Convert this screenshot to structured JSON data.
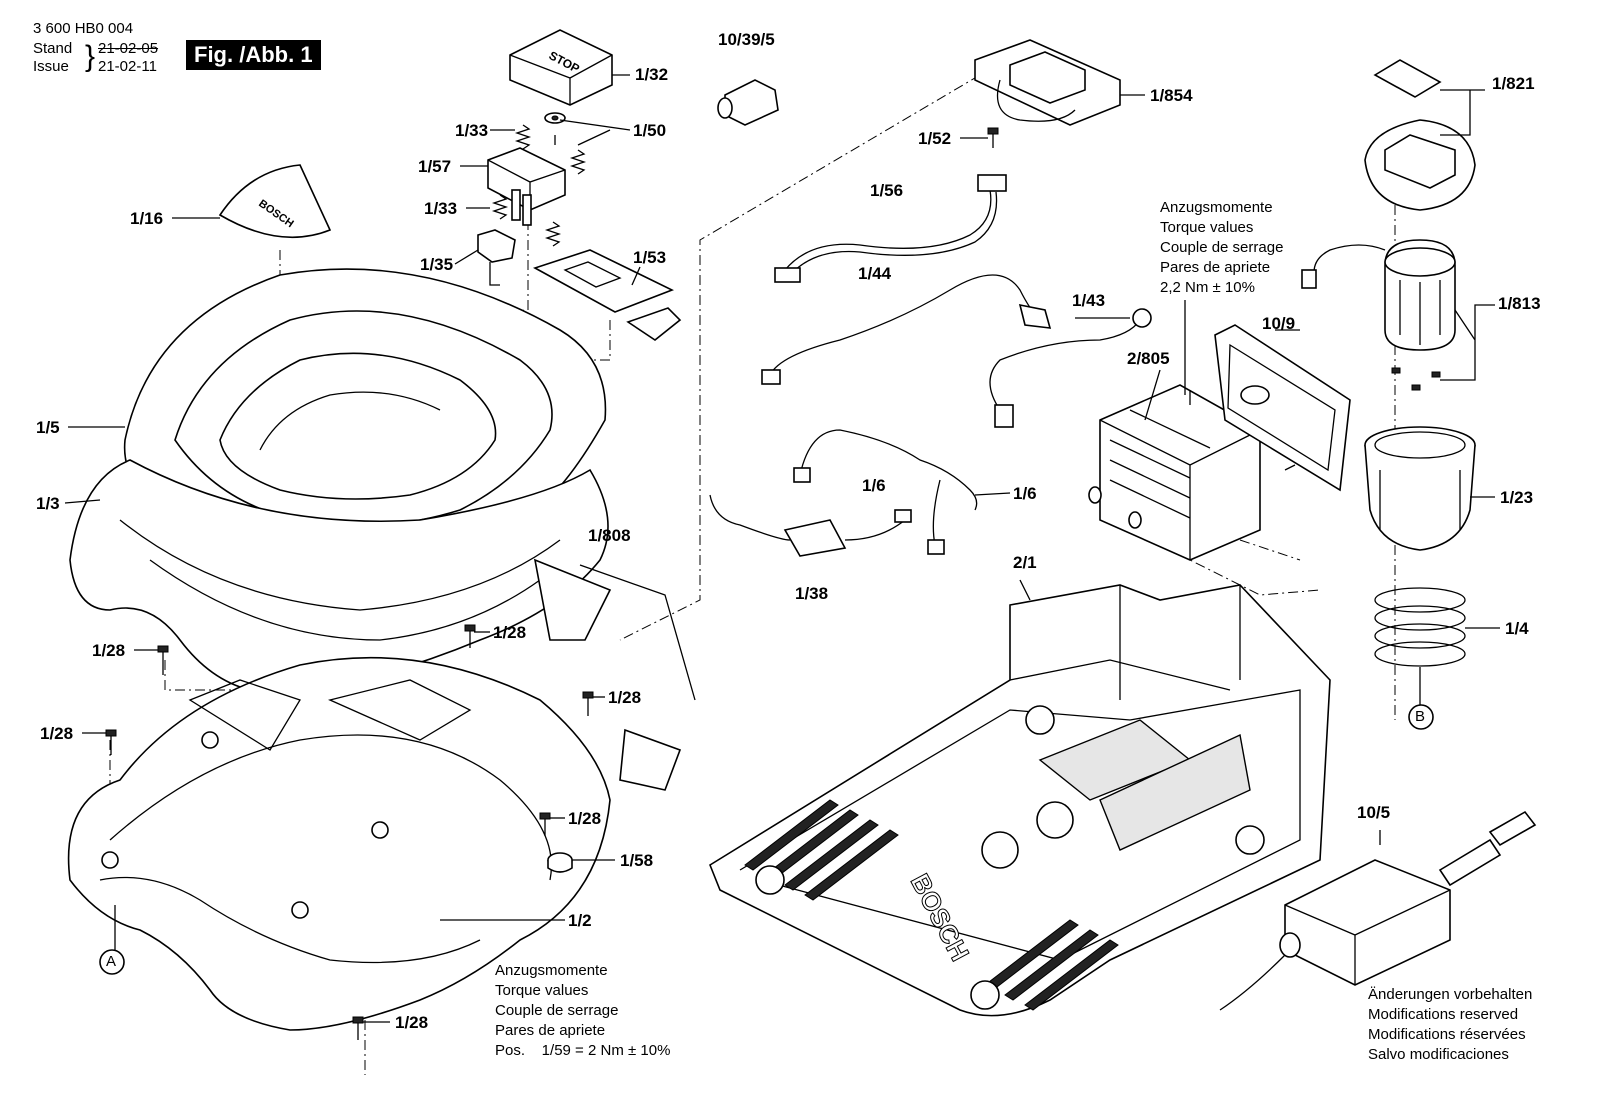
{
  "header": {
    "doc_number": "3 600 HB0 004",
    "stand_label": "Stand",
    "issue_label": "Issue",
    "old_date": "21-02-05",
    "new_date": "21-02-11",
    "figure_label": "Fig. /Abb. 1"
  },
  "callouts": {
    "p10_39_5": "10/39/5",
    "p1_32": "1/32",
    "p1_33a": "1/33",
    "p1_50": "1/50",
    "p1_57": "1/57",
    "p1_33b": "1/33",
    "p1_16": "1/16",
    "p1_35": "1/35",
    "p1_53": "1/53",
    "p1_5": "1/5",
    "p1_3": "1/3",
    "p1_808": "1/808",
    "p1_28a": "1/28",
    "p1_28b": "1/28",
    "p1_28c": "1/28",
    "p1_28d": "1/28",
    "p1_28e": "1/28",
    "p1_28f": "1/28",
    "p1_58": "1/58",
    "p1_2": "1/2",
    "p1_854": "1/854",
    "p1_52": "1/52",
    "p1_56": "1/56",
    "p1_44": "1/44",
    "p1_43": "1/43",
    "p2_805": "2/805",
    "p10_9": "10/9",
    "p1_6a": "1/6",
    "p1_6b": "1/6",
    "p1_38": "1/38",
    "p2_1": "2/1",
    "p1_821": "1/821",
    "p1_813": "1/813",
    "p1_23": "1/23",
    "p1_4": "1/4",
    "p10_5": "10/5",
    "ref_a": "A",
    "ref_b": "B"
  },
  "torque_note_right": {
    "line1": "Anzugsmomente",
    "line2": "Torque values",
    "line3": "Couple de serrage",
    "line4": "Pares de apriete",
    "line5": "2,2 Nm ± 10%"
  },
  "torque_note_bottom": {
    "line1": "Anzugsmomente",
    "line2": "Torque values",
    "line3": "Couple de serrage",
    "line4": "Pares de apriete",
    "line5": "Pos.    1/59 = 2 Nm ± 10%"
  },
  "modifications_note": {
    "line1": "Änderungen vorbehalten",
    "line2": "Modifications reserved",
    "line3": "Modifications réservées",
    "line4": "Salvo modificaciones"
  },
  "part_markings": {
    "stop_button": "STOP",
    "sticker_brand": "BOSCH",
    "base_brand": "BOSCH"
  }
}
